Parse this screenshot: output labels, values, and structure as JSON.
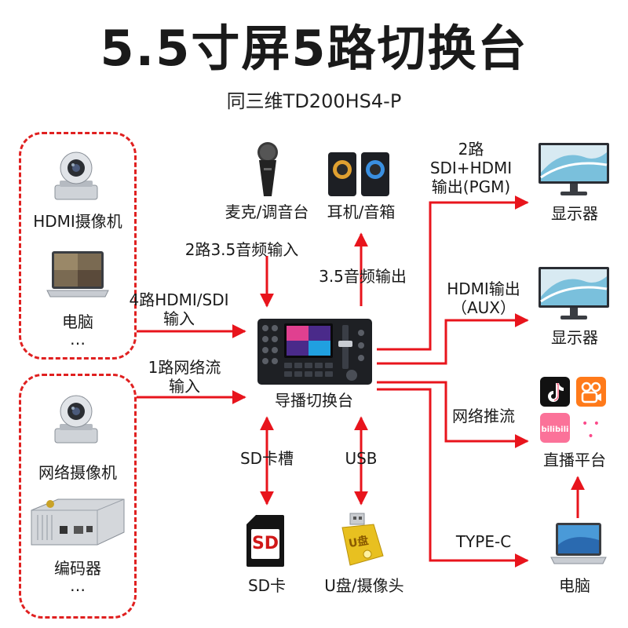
{
  "header": {
    "title": "5.5寸屏5路切换台",
    "subtitle": "同三维TD200HS4-P"
  },
  "left_group_top": {
    "camera_label": "HDMI摄像机",
    "laptop_label": "电脑",
    "more": "…"
  },
  "left_group_bottom": {
    "camera_label": "网络摄像机",
    "encoder_label": "编码器",
    "more": "…"
  },
  "top_devices": {
    "mic_label": "麦克/调音台",
    "speaker_label": "耳机/音箱"
  },
  "center": {
    "switcher_label": "导播切换台"
  },
  "connections": {
    "audio_in_line1": "2路3.5音频输入",
    "audio_out": "3.5音频输出",
    "hdmi_sdi_in_line1": "4路HDMI/SDI",
    "hdmi_sdi_in_line2": "输入",
    "net_in_line1": "1路网络流",
    "net_in_line2": "输入",
    "pgm_line1": "2路",
    "pgm_line2": "SDI+HDMI",
    "pgm_line3": "输出(PGM)",
    "aux_line1": "HDMI输出",
    "aux_line2": "（AUX）",
    "stream": "网络推流",
    "typec": "TYPE-C",
    "sd_slot": "SD卡槽",
    "usb": "USB"
  },
  "right_devices": {
    "monitor1_label": "显示器",
    "monitor2_label": "显示器",
    "live_label": "直播平台",
    "laptop_label": "电脑",
    "platform_icons": [
      "tiktok-icon",
      "kuaishou-icon",
      "bilibili-icon",
      "more-icon"
    ],
    "platform_more": "• • •"
  },
  "bottom_devices": {
    "sd_label": "SD卡",
    "sd_card_text": "SD",
    "usb_label": "U盘/摄像头",
    "usb_drive_text": "U盘"
  },
  "colors": {
    "arrow": "#e8141c",
    "dashed_border": "#e02020",
    "title": "#1a1a1a"
  }
}
